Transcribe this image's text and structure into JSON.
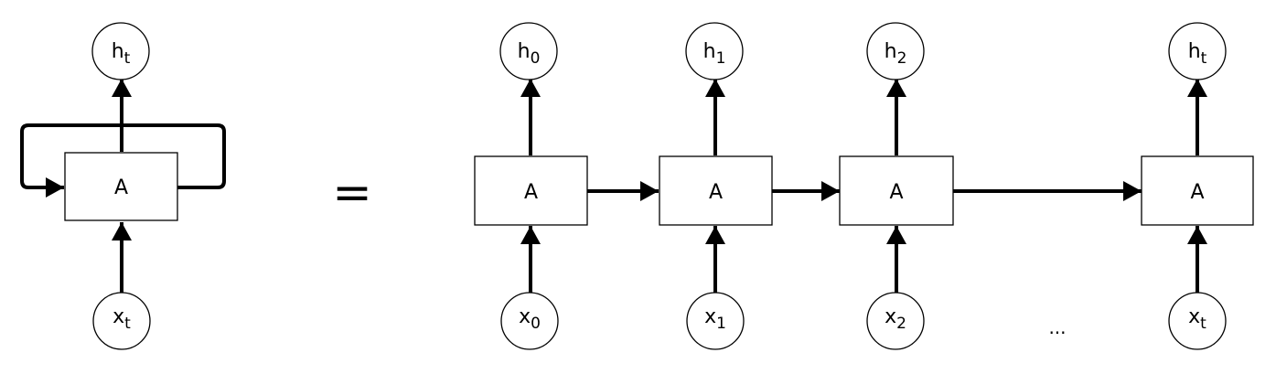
{
  "folded": {
    "cell_label": "A",
    "output": {
      "base": "h",
      "sub": "t"
    },
    "input": {
      "base": "x",
      "sub": "t"
    }
  },
  "equals": "=",
  "unrolled": [
    {
      "cell_label": "A",
      "output": {
        "base": "h",
        "sub": "0"
      },
      "input": {
        "base": "x",
        "sub": "0"
      }
    },
    {
      "cell_label": "A",
      "output": {
        "base": "h",
        "sub": "1"
      },
      "input": {
        "base": "x",
        "sub": "1"
      }
    },
    {
      "cell_label": "A",
      "output": {
        "base": "h",
        "sub": "2"
      },
      "input": {
        "base": "x",
        "sub": "2"
      }
    },
    {
      "cell_label": "A",
      "output": {
        "base": "h",
        "sub": "t"
      },
      "input": {
        "base": "x",
        "sub": "t"
      }
    }
  ],
  "ellipsis": "..."
}
